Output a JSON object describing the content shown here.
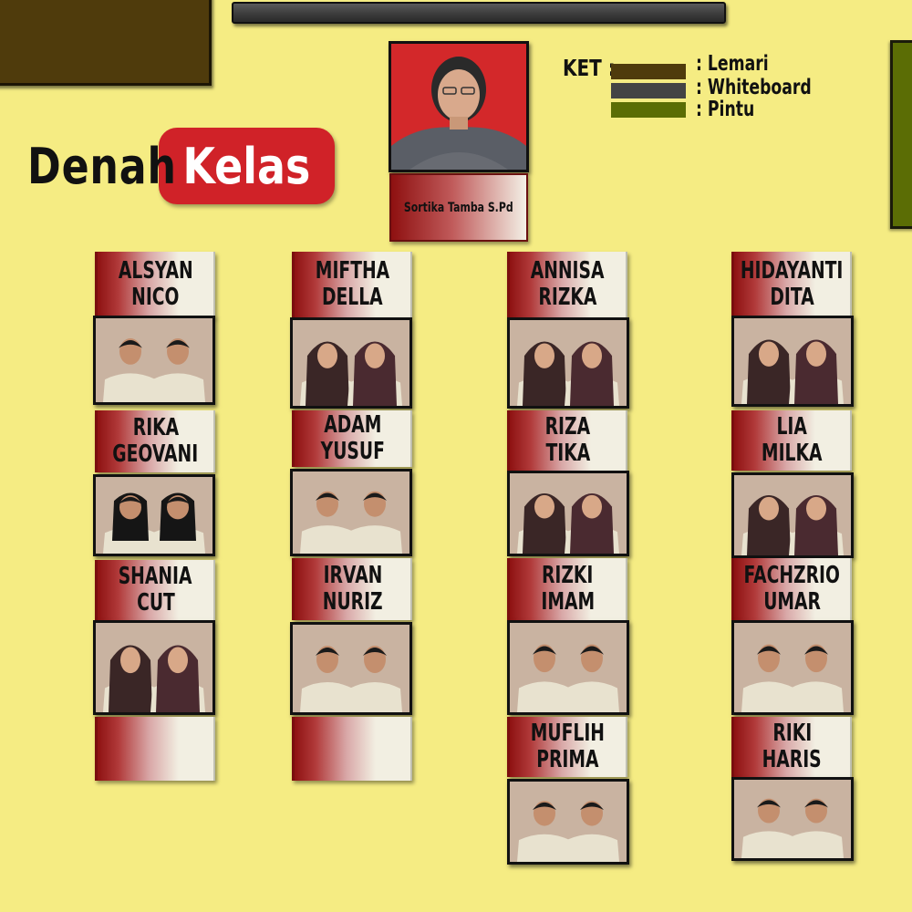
{
  "legend": {
    "title": "KET :",
    "items": [
      {
        "label": "Lemari",
        "color": "#4f3b0c"
      },
      {
        "label": "Whiteboard",
        "color": "#444444"
      },
      {
        "label": "Pintu",
        "color": "#5b6d05"
      }
    ]
  },
  "title": {
    "part1": "Denah",
    "part2": "Kelas"
  },
  "teacher": {
    "name": "Sortika Tamba S.Pd"
  },
  "desks": [
    {
      "line1": "ALSYAN",
      "line2": "NICO"
    },
    {
      "line1": "RIKA",
      "line2": "GEOVANI"
    },
    {
      "line1": "SHANIA",
      "line2": "CUT"
    },
    {
      "line1": "",
      "line2": ""
    },
    {
      "line1": "MIFTHA",
      "line2": "DELLA"
    },
    {
      "line1": "ADAM",
      "line2": "YUSUF"
    },
    {
      "line1": "IRVAN",
      "line2": "NURIZ"
    },
    {
      "line1": "",
      "line2": ""
    },
    {
      "line1": "ANNISA",
      "line2": "RIZKA"
    },
    {
      "line1": "RIZA",
      "line2": "TIKA"
    },
    {
      "line1": "RIZKI",
      "line2": "IMAM"
    },
    {
      "line1": "MUFLIH",
      "line2": "PRIMA"
    },
    {
      "line1": "HIDAYANTI",
      "line2": "DITA"
    },
    {
      "line1": "LIA",
      "line2": "MILKA"
    },
    {
      "line1": "FACHZRIO",
      "line2": "UMAR"
    },
    {
      "line1": "RIKI",
      "line2": "HARIS"
    }
  ]
}
